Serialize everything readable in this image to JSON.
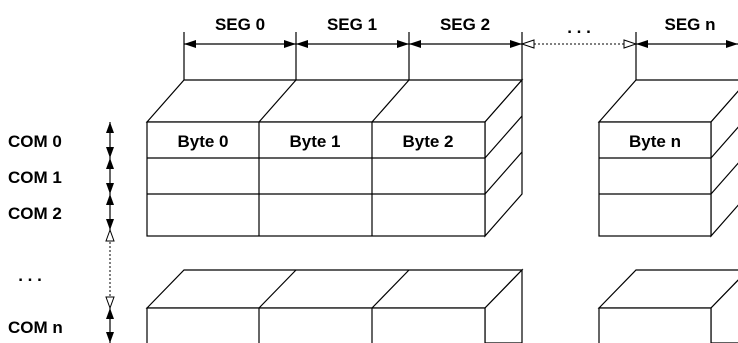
{
  "segments": [
    "SEG 0",
    "SEG 1",
    "SEG 2",
    "SEG n"
  ],
  "segment_ellipsis": ". . .",
  "commons": [
    "COM 0",
    "COM 1",
    "COM 2",
    "COM n"
  ],
  "common_ellipsis": ". . .",
  "bytes": [
    "Byte 0",
    "Byte 1",
    "Byte 2",
    "Byte n"
  ]
}
